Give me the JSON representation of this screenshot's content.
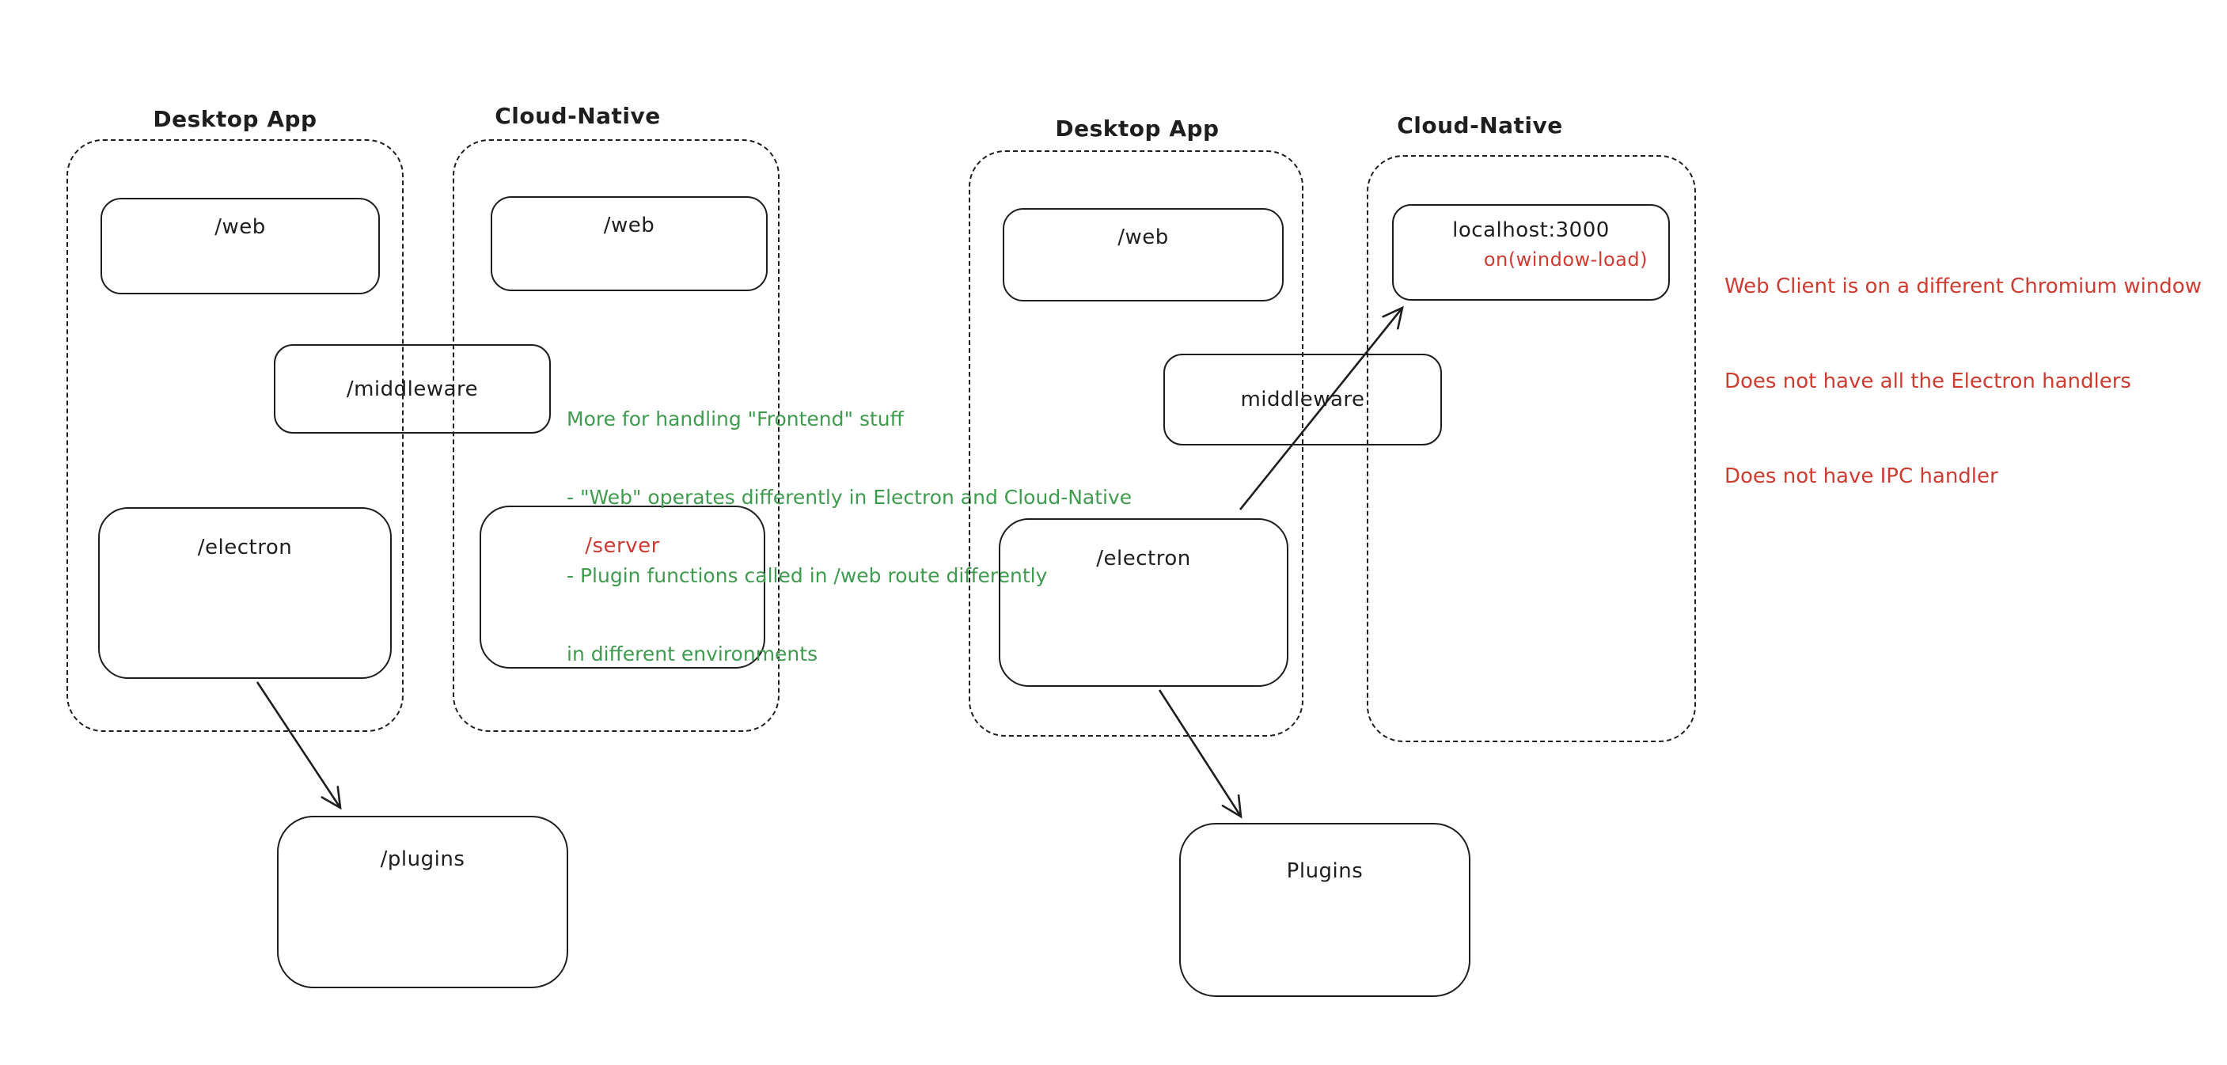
{
  "colors": {
    "stroke": "#1e1e1e",
    "red": "#ce3b31",
    "green": "#3f9b4d",
    "background": "#ffffff"
  },
  "left": {
    "desktop_title": "Desktop App",
    "cloud_title": "Cloud-Native",
    "web_desktop": "/web",
    "web_cloud": "/web",
    "middleware": "/middleware",
    "electron": "/electron",
    "server": "/server",
    "plugins": "/plugins",
    "green_note": {
      "line1": "More for handling \"Frontend\" stuff",
      "line2": "- \"Web\" operates differently in Electron and Cloud-Native",
      "line3": "- Plugin functions called in /web route differently",
      "line4": "in different environments"
    }
  },
  "right": {
    "desktop_title": "Desktop App",
    "cloud_title": "Cloud-Native",
    "web": "/web",
    "localhost": "localhost:3000",
    "on_window_load": "on(window-load)",
    "middleware": "middleware",
    "electron": "/electron",
    "plugins": "Plugins",
    "red_note": {
      "line1": "Web Client is on a different Chromium window",
      "line2": "Does not have all the Electron handlers",
      "line3": "Does not have IPC handler"
    }
  }
}
